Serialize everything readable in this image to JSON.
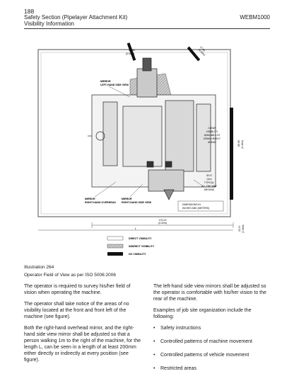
{
  "header": {
    "page_number": "188",
    "section": "Safety Section (Pipelayer Attachment Kit)",
    "subsection": "Visibility Information",
    "doc_id": "WEBM1000"
  },
  "figure": {
    "labels": {
      "top_dim1_a": "13.60",
      "top_dim1_b": "(0.54m)",
      "top_dim2_a": "17.60",
      "top_dim2_b": "(0.69m)",
      "mirror_lh_a": "MIRROR",
      "mirror_lh_b": "LEFT-HAND SIDE VIEW",
      "clear_vis": [
        "CLEAR",
        "VISIBILITY",
        "AVAILABLE AT",
        "DRUM HEIGHT",
        "AHEAD"
      ],
      "right_dim_a": "80.00",
      "right_dim_b": "(3.10m)",
      "around_a": "39.37",
      "around_b": "(1m)",
      "around_c": "TYPICAL",
      "around_d": "ALL THE WAY",
      "around_e": "AROUND",
      "mirror_ro_a": "MIRROR",
      "mirror_ro_b": "RIGHT-HAND OVERHEAD",
      "mirror_rs_a": "MIRROR",
      "mirror_rs_b": "RIGHT-HAND SIDE VIEW",
      "dims_note_a": "DIMENSIONS IN",
      "dims_note_b": "INCHES AND (METERS)",
      "bottom_dim_a": "170.22",
      "bottom_dim_b": "(4.32m)",
      "l_label": "L",
      "rside_dim_a": "22.00",
      "rside_dim_b": "(0.56m)"
    },
    "legend": {
      "direct": "DIRECT VISIBILITY",
      "indirect": "INDIRECT VISIBILITY",
      "none": "NO VISIBILITY"
    }
  },
  "caption": {
    "illustration": "Illustration 264",
    "title": "Operator Field of View as per ISO 5006:2006"
  },
  "body_left": [
    "The operator is required to survey his/her field of vision when operating the machine.",
    "The operator shall take notice of the areas of no visibility located at the front and front left of the machine (see figure).",
    "Both the right-hand overhead mirror, and the right-hand side view mirror shall be adjusted so that a person walking 1m to the right of the machine, for the length L, can be seen in a length of at least 200mm either directly or indirectly at every position (see figure)."
  ],
  "body_right": {
    "intro": "The left-hand side view mirrors shall be adjusted so the operator is comfortable with his/her vision to the rear of the machine.",
    "examples": "Examples of job site organization include the following:",
    "bullets": [
      "Safety instructions",
      "Controlled patterns of machine movement",
      "Controlled patterns of vehicle movement",
      "Restricted areas"
    ]
  }
}
